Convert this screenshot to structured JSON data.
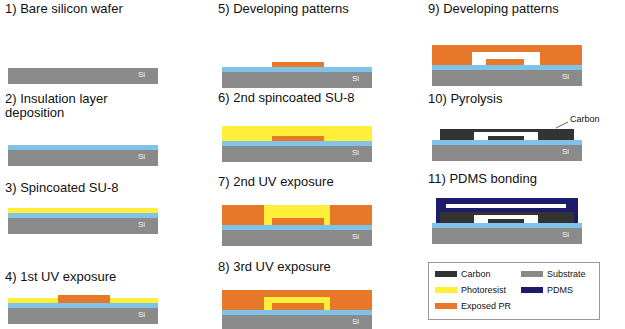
{
  "diagram": {
    "labels": [
      "1) Bare silicon wafer",
      "2) Insulation layer deposition",
      "3) Spincoated SU-8",
      "4) 1st UV exposure",
      "5) Developing patterns",
      "6) 2nd spincoated SU-8",
      "7) 2nd UV exposure",
      "8) 3rd UV exposure",
      "9) Developing patterns",
      "10) Pyrolysis",
      "11) PDMS bonding",
      "Si",
      "Si",
      "Si",
      "Si",
      "Si",
      "Si",
      "Si",
      "Si",
      "Si",
      "Si",
      "Si",
      "Carbon"
    ],
    "legend": [
      {
        "text": "Carbon",
        "color": "#333333"
      },
      {
        "text": "Substrate",
        "color": "#8a8a8a"
      },
      {
        "text": "Photoresist",
        "color": "#ffef3a"
      },
      {
        "text": "PDMS",
        "color": "#1c1c6b"
      },
      {
        "text": "Exposed PR",
        "color": "#e7782a"
      }
    ]
  }
}
